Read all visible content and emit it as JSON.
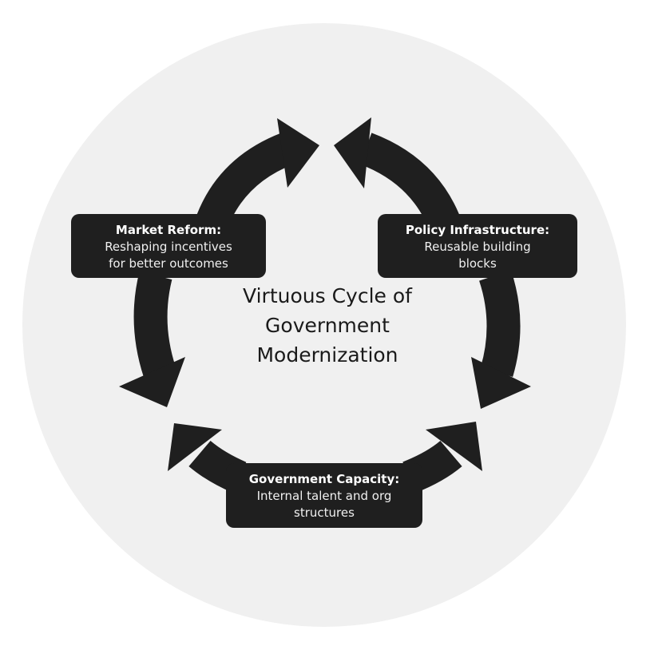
{
  "diagram": {
    "title_lines": [
      "Virtuous Cycle of",
      "Government",
      "Modernization"
    ],
    "nodes": [
      {
        "id": "market",
        "title": "Market Reform:",
        "description_lines": [
          "Reshaping incentives",
          "for better outcomes"
        ]
      },
      {
        "id": "policy",
        "title": "Policy Infrastructure:",
        "description_lines": [
          "Reusable building",
          "blocks"
        ]
      },
      {
        "id": "capacity",
        "title": "Government Capacity:",
        "description_lines": [
          "Internal talent and org",
          "structures"
        ]
      }
    ],
    "colors": {
      "background_circle": "#f0f0f0",
      "arrows": "#1f1f1f",
      "boxes": "#1f1f1f",
      "box_text": "#ffffff",
      "title_text": "#1a1a1a"
    }
  }
}
